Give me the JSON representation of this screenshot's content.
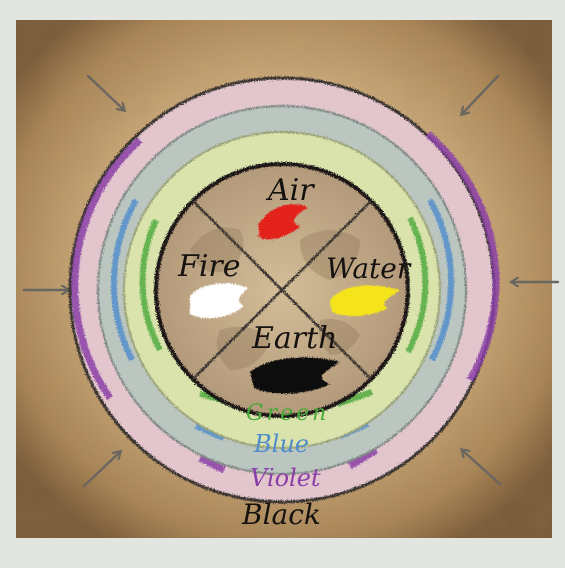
{
  "elements": {
    "air": "Air",
    "fire": "Fire",
    "water": "Water",
    "earth": "Earth"
  },
  "rings": {
    "green": "Green",
    "blue": "Blue",
    "violet": "Violet",
    "black": "Black"
  },
  "colors": {
    "background_frame": "#e3e6e0",
    "parchment": "#d5b888",
    "parchment_edge": "#8a6a44",
    "outer_ring": "#e3c6cd",
    "blue_ring": "#bcc6c0",
    "green_ring": "#dbe3ad",
    "inner_circle": "#c6ae8a",
    "air_swatch": "#e3201d",
    "fire_swatch": "#ffffff",
    "water_swatch": "#f5e41a",
    "earth_swatch": "#111111",
    "green_ink": "#48a93a",
    "blue_ink": "#4e8ccc",
    "violet_ink": "#8b3fa8",
    "black_ink": "#151210",
    "arrow": "#6a6660"
  },
  "icons": [
    "arrow-icon"
  ]
}
